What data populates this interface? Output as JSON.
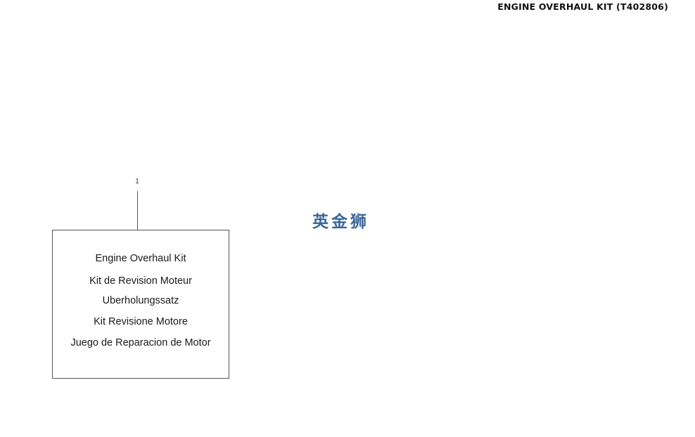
{
  "header": {
    "title": "ENGINE OVERHAUL KIT (T402806)"
  },
  "callout": {
    "number": "1"
  },
  "kit_box": {
    "lines": [
      "Engine Overhaul Kit",
      "Kit de Revision Moteur",
      "Uberholungssatz",
      "Kit Revisione Motore",
      "Juego de Reparacion de Motor"
    ]
  },
  "watermark": {
    "text": "英金狮",
    "color": "#3a6699"
  }
}
